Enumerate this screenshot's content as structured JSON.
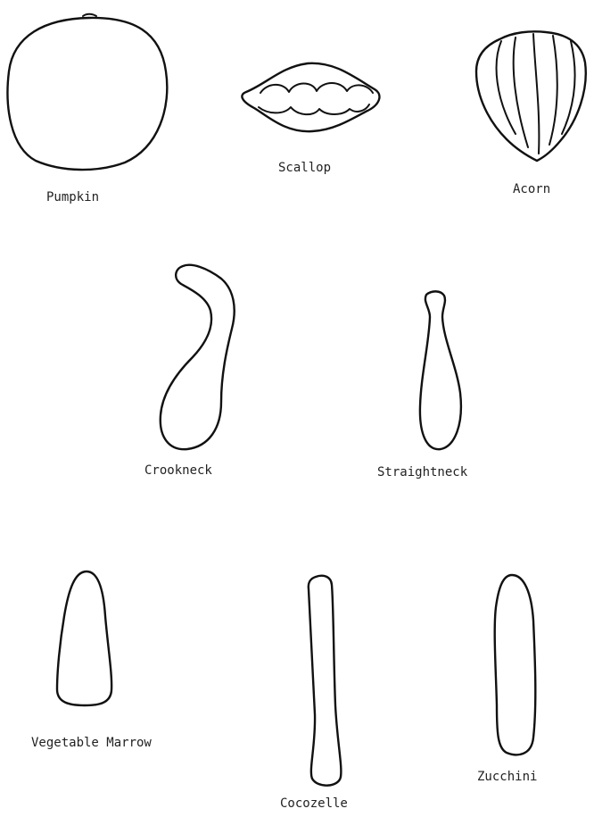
{
  "squash_types": [
    {
      "id": "pumpkin",
      "label": "Pumpkin"
    },
    {
      "id": "scallop",
      "label": "Scallop"
    },
    {
      "id": "acorn",
      "label": "Acorn"
    },
    {
      "id": "crookneck",
      "label": "Crookneck"
    },
    {
      "id": "straightneck",
      "label": "Straightneck"
    },
    {
      "id": "vegetable-marrow",
      "label": "Vegetable Marrow"
    },
    {
      "id": "cocozelle",
      "label": "Cocozelle"
    },
    {
      "id": "zucchini",
      "label": "Zucchini"
    }
  ],
  "colors": {
    "line": "#111111",
    "text": "#222222",
    "background": "#ffffff"
  }
}
